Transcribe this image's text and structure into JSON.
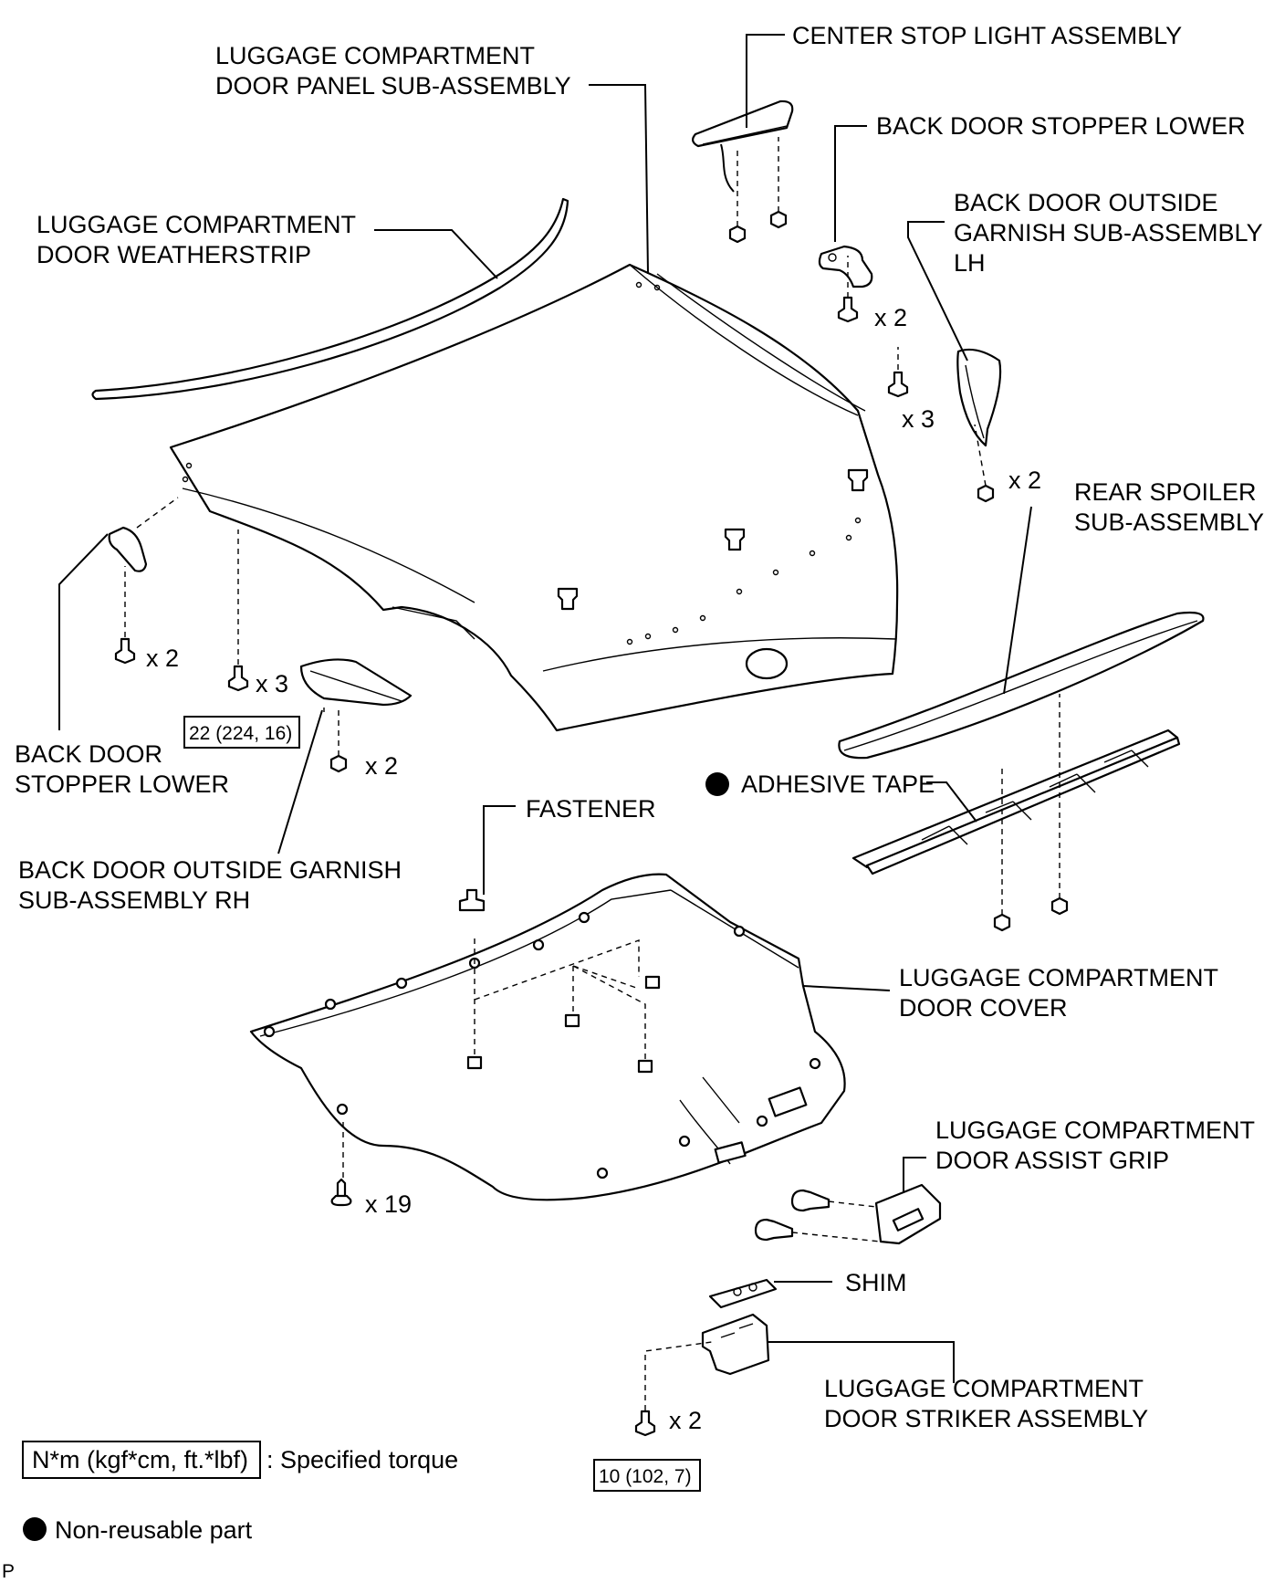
{
  "labels": {
    "center_stop_light": "CENTER STOP LIGHT ASSEMBLY",
    "door_panel_1": "LUGGAGE COMPARTMENT",
    "door_panel_2": "DOOR PANEL SUB-ASSEMBLY",
    "stopper_lower_top": "BACK DOOR STOPPER LOWER",
    "weatherstrip_1": "LUGGAGE COMPARTMENT",
    "weatherstrip_2": "DOOR WEATHERSTRIP",
    "garnish_lh_1": "BACK DOOR OUTSIDE",
    "garnish_lh_2": "GARNISH SUB-ASSEMBLY",
    "garnish_lh_3": "LH",
    "rear_spoiler_1": "REAR SPOILER",
    "rear_spoiler_2": "SUB-ASSEMBLY",
    "stopper_lower_left_1": "BACK DOOR",
    "stopper_lower_left_2": "STOPPER LOWER",
    "adhesive_tape": "ADHESIVE TAPE",
    "fastener": "FASTENER",
    "garnish_rh_1": "BACK DOOR OUTSIDE GARNISH",
    "garnish_rh_2": "SUB-ASSEMBLY RH",
    "door_cover_1": "LUGGAGE COMPARTMENT",
    "door_cover_2": "DOOR COVER",
    "assist_grip_1": "LUGGAGE COMPARTMENT",
    "assist_grip_2": "DOOR ASSIST GRIP",
    "shim": "SHIM",
    "striker_1": "LUGGAGE COMPARTMENT",
    "striker_2": "DOOR STRIKER ASSEMBLY"
  },
  "quantities": {
    "stopper_bolts": "x 2",
    "panel_bolts": "x 3",
    "garnish_lh_nuts": "x 2",
    "left_stopper_bolts": "x 2",
    "panel_left_bolts": "x 3",
    "garnish_rh_nuts": "x 2",
    "cover_clips": "x 19",
    "striker_bolts": "x 2"
  },
  "torques": {
    "panel_bolt": "22 (224, 16)",
    "striker_bolt": "10 (102, 7)"
  },
  "legend": {
    "torque_box": "N*m (kgf*cm, ft.*lbf)",
    "torque_text": ": Specified torque",
    "nonreusable_text": "Non-reusable part"
  },
  "footer_code": "P",
  "colors": {
    "ink": "#000000",
    "paper": "#ffffff"
  }
}
